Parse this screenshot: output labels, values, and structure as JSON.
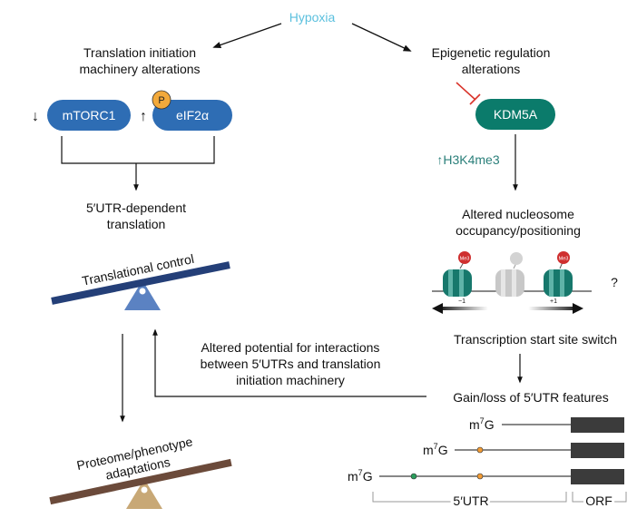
{
  "title": "Hypoxia",
  "left_branch": {
    "heading_line1": "Translation initiation",
    "heading_line2": "machinery alterations",
    "mtorc1_arrow": "↓",
    "mtorc1": "mTORC1",
    "eif2a_arrow": "↑",
    "eif2a": "eIF2α",
    "phospho": "P",
    "result_line1": "5′UTR-dependent",
    "result_line2": "translation"
  },
  "right_branch": {
    "heading_line1": "Epigenetic regulation",
    "heading_line2": "alterations",
    "kdm5a": "KDM5A",
    "h3k4me3": "↑H3K4me3",
    "nucleosome_line1": "Altered nucleosome",
    "nucleosome_line2": "occupancy/positioning",
    "me3": "Me3",
    "pos_minus": "−1",
    "pos_plus": "+1",
    "question": "?",
    "tss_switch": "Transcription start site switch",
    "gain_loss": "Gain/loss of 5′UTR features"
  },
  "middle_text": {
    "line1": "Altered potential for interactions",
    "line2": "between 5′UTRs and translation",
    "line3": "initiation machinery"
  },
  "seesaw_top_label": "Translational control",
  "seesaw_bottom_line1": "Proteome/phenotype",
  "seesaw_bottom_line2": "adaptations",
  "transcripts": {
    "cap_base": "m",
    "cap_sup": "7",
    "cap_end": "G",
    "utr_label": "5′UTR",
    "orf_label": "ORF"
  },
  "colors": {
    "hypoxia": "#5bc0de",
    "blue_pill": "#2e6db4",
    "teal_pill": "#0b7b6b",
    "teal_text": "#2a7f7a",
    "inhibitor": "#d9342b",
    "phospho": "#f2a93b",
    "seesaw_top_beam": "#243f78",
    "seesaw_top_fulcrum": "#5b82c2",
    "seesaw_bottom_beam": "#6b4a3a",
    "seesaw_bottom_fulcrum": "#c8a876",
    "orf_box": "#3b3b3b",
    "dot_orange": "#f39c34",
    "dot_green": "#2a9d5c"
  }
}
